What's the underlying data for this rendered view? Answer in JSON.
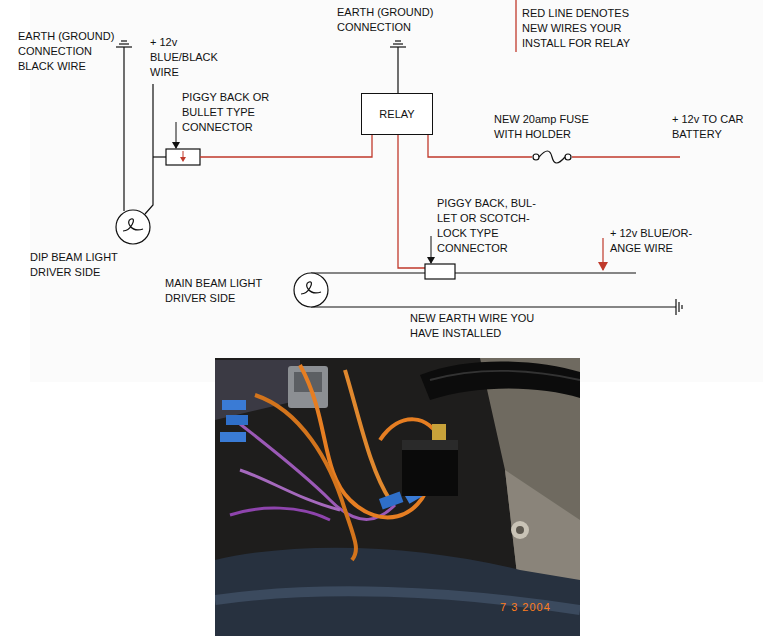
{
  "diagram": {
    "nodes": [
      {
        "text": [
          "RELAY"
        ]
      }
    ],
    "labels": [
      "EARTH (GROUND) CONNECTION BLACK WIRE",
      "+ 12v BLUE/BLACK WIRE",
      "PIGGY BACK OR BULLET TYPE CONNECTOR",
      "EARTH (GROUND) CONNECTION",
      "RED LINE DENOTES NEW WIRES YOUR INSTALL FOR RELAY",
      "NEW 20amp FUSE WITH HOLDER",
      "+ 12v TO CAR BATTERY",
      "DIP BEAM LIGHT DRIVER SIDE",
      "PIGGY BACK, BUL- LET OR SCOTCH- LOCK TYPE CONNECTOR",
      "+ 12v BLUE/OR- ANGE WIRE",
      "MAIN BEAM LIGHT DRIVER SIDE",
      "NEW EARTH WIRE YOU HAVE INSTALLED",
      "7 3 2004"
    ]
  }
}
